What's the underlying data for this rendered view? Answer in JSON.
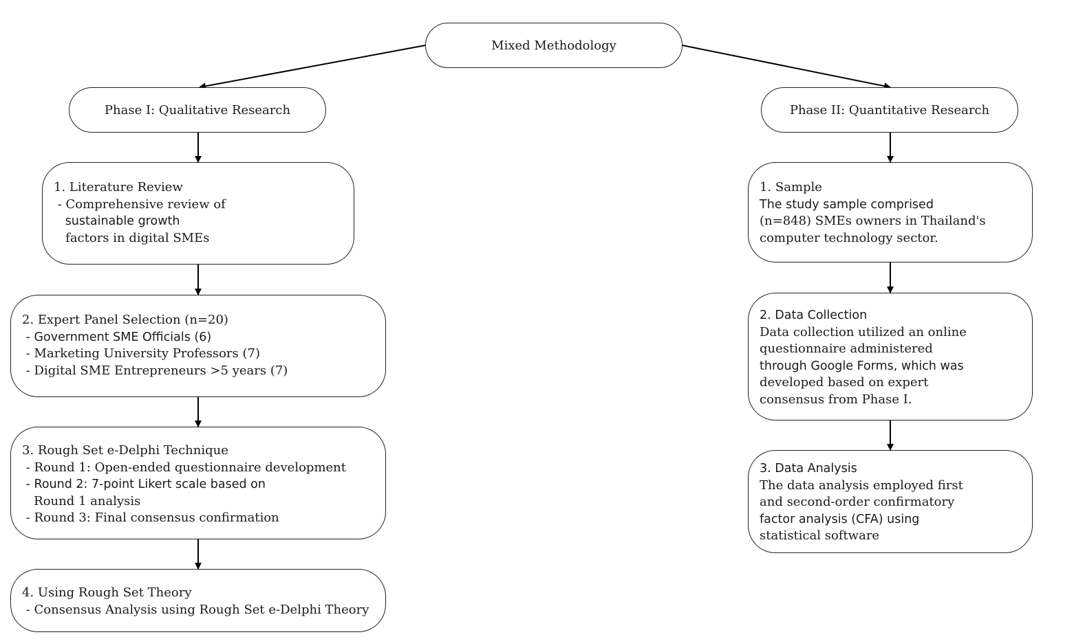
{
  "root": {
    "label": "Mixed Methodology"
  },
  "phase1": {
    "label": "Phase I: Qualitative Research",
    "steps": [
      {
        "lines": [
          "1. Literature Review",
          " - Comprehensive review of",
          "   sustainable growth",
          "   factors in digital SMEs"
        ]
      },
      {
        "lines": [
          "2. Expert Panel Selection (n=20)",
          " - Government SME Officials (6)",
          " - Marketing University Professors (7)",
          " - Digital SME Entrepreneurs >5 years (7)"
        ]
      },
      {
        "lines": [
          "3. Rough Set e-Delphi Technique",
          " - Round 1: Open-ended questionnaire development",
          " - Round 2: 7-point Likert scale based on",
          "   Round 1 analysis",
          " - Round 3: Final consensus confirmation"
        ]
      },
      {
        "lines": [
          "4. Using Rough Set Theory",
          " - Consensus Analysis using Rough Set e-Delphi Theory"
        ]
      }
    ]
  },
  "phase2": {
    "label": "Phase II: Quantitative Research",
    "steps": [
      {
        "lines": [
          "1. Sample",
          "The study sample comprised",
          "(n=848) SMEs owners in Thailand's",
          "computer technology sector."
        ]
      },
      {
        "lines": [
          "2. Data Collection",
          "Data collection utilized an online",
          "questionnaire administered",
          "through Google Forms, which was",
          "developed based on expert",
          "consensus from Phase I."
        ]
      },
      {
        "lines": [
          "3. Data Analysis",
          "The data analysis employed first",
          "and second-order confirmatory",
          "factor analysis (CFA) using",
          "statistical software"
        ]
      }
    ]
  }
}
